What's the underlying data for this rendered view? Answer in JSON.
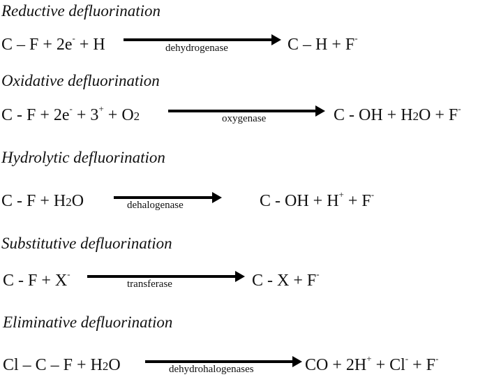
{
  "reactions": [
    {
      "title": "Reductive defluorination",
      "reactants": [
        "C – F + 2e",
        "-",
        " + H"
      ],
      "enzyme": "dehydrogenase",
      "products": [
        "C – H + F",
        "-"
      ]
    },
    {
      "title": "Oxidative defluorination",
      "reactants": [
        "C - F + 2e",
        "-",
        " + 3",
        "+",
        " + O",
        "2"
      ],
      "enzyme": "oxygenase",
      "products": [
        "C - OH + H",
        "2",
        "O + F",
        "-"
      ]
    },
    {
      "title": "Hydrolytic defluorination",
      "reactants": [
        "C - F + H",
        "2",
        "O"
      ],
      "enzyme": "dehalogenase",
      "products": [
        "C - OH + H",
        "+",
        " + F",
        "-"
      ]
    },
    {
      "title": "Substitutive defluorination",
      "reactants": [
        "C - F + X",
        "-"
      ],
      "enzyme": "transferase",
      "products": [
        "C - X + F",
        "-"
      ]
    },
    {
      "title": "Eliminative defluorination",
      "reactants": [
        "Cl – C – F + H",
        "2",
        "O"
      ],
      "enzyme": "dehydrohalogenases",
      "products": [
        "CO + 2H",
        "+",
        " + Cl",
        "-",
        " + F",
        "-"
      ]
    }
  ]
}
